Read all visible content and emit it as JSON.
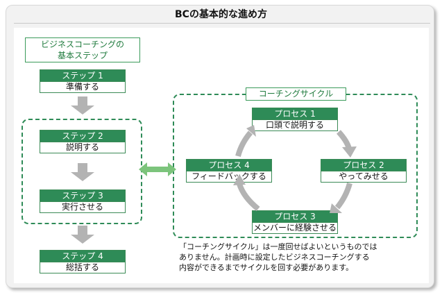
{
  "title": "BCの基本的な進め方",
  "left_heading": [
    "ビジネスコーチングの",
    "基本ステップ"
  ],
  "steps": [
    {
      "head": "ステップ 1",
      "body": "準備する"
    },
    {
      "head": "ステップ 2",
      "body": "説明する"
    },
    {
      "head": "ステップ 3",
      "body": "実行させる"
    },
    {
      "head": "ステップ 4",
      "body": "総括する"
    }
  ],
  "cycle_label": "コーチングサイクル",
  "processes": [
    {
      "head": "プロセス 1",
      "body": "口頭で説明する"
    },
    {
      "head": "プロセス 2",
      "body": "やってみせる"
    },
    {
      "head": "プロセス 3",
      "body": "メンバーに経験させる"
    },
    {
      "head": "プロセス 4",
      "body": "フィードバックする"
    }
  ],
  "note_lines": [
    "「コーチングサイクル」は一度回せばよいというものでは",
    "ありません。計画時に設定したビジネスコーチングする",
    "内容ができるまでサイクルを回す必要があります。"
  ],
  "colors": {
    "green": "#2e8b57",
    "light_green": "#7cc47c",
    "arrow_gray": "#b3b3b3"
  }
}
